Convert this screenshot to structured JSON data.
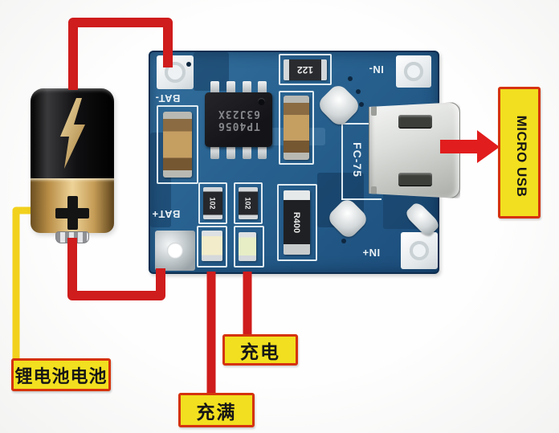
{
  "annotations": {
    "micro_usb": {
      "label": "MICRO USB"
    },
    "battery": {
      "label": "锂电池电池"
    },
    "charging": {
      "label": "充电"
    },
    "charged_full": {
      "label": "充满"
    }
  },
  "board": {
    "silkscreen": {
      "bat_minus": "BAT-",
      "bat_plus": "BAT+",
      "in_minus": "IN-",
      "in_plus": "IN+",
      "board_model": "FC-75"
    },
    "chip": {
      "line1": "TP4056",
      "line2": "63J23X"
    },
    "markings": {
      "resistor_top": "122",
      "resistor_led_full": "102",
      "resistor_led_charge": "102",
      "resistor_prog": "R400"
    }
  },
  "colors": {
    "wire_red": "#cf1c1c",
    "wire_yellow": "#f2d11d",
    "label_bg": "#f2df1f",
    "label_border": "#d5330e",
    "pcb_blue": "#27608e",
    "battery_gold": "#c59c56"
  }
}
